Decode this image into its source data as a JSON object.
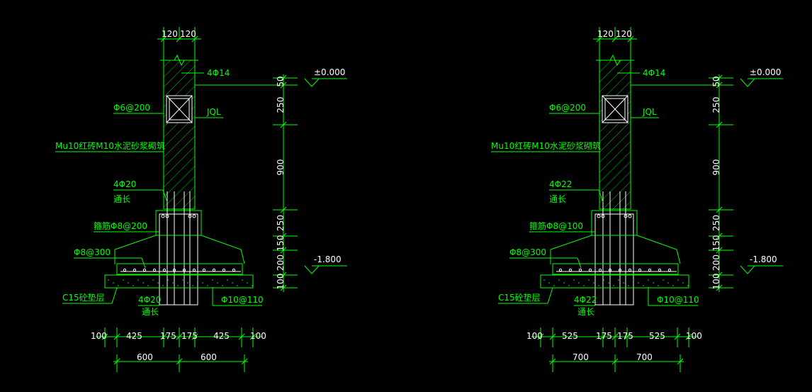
{
  "details": [
    {
      "wall_dims": [
        "120",
        "120"
      ],
      "top_rebar": "4Φ14",
      "elev_top": "±0.000",
      "tie_label": "Φ6@200",
      "beam_label": "JQL",
      "wall_material": "Mu10红砖M10水泥砂浆砌筑",
      "col_rebar": "4Φ20",
      "col_rebar_note": "通长",
      "stirrup": "箍筋Φ8@200",
      "dist_rebar": "Φ8@300",
      "bottom_elev": "-1.800",
      "cushion": "C15砼垫层",
      "base_rebar": "4Φ20",
      "base_rebar_note": "通长",
      "mesh_rebar": "Φ10@110",
      "vert_dims": [
        "50",
        "250",
        "900",
        "250",
        "150",
        "200",
        "100"
      ],
      "bottom_dims": [
        "100",
        "425",
        "175",
        "175",
        "425",
        "100"
      ],
      "total_dims": [
        "600",
        "600"
      ]
    },
    {
      "wall_dims": [
        "120",
        "120"
      ],
      "top_rebar": "4Φ14",
      "elev_top": "±0.000",
      "tie_label": "Φ6@200",
      "beam_label": "JQL",
      "wall_material": "Mu10红砖M10水泥砂浆砌筑",
      "col_rebar": "4Φ22",
      "col_rebar_note": "通长",
      "stirrup": "箍筋Φ8@100",
      "dist_rebar": "Φ8@300",
      "bottom_elev": "-1.800",
      "cushion": "C15砼垫层",
      "base_rebar": "4Φ22",
      "base_rebar_note": "通长",
      "mesh_rebar": "Φ10@110",
      "vert_dims": [
        "50",
        "250",
        "900",
        "250",
        "150",
        "200",
        "100"
      ],
      "bottom_dims": [
        "100",
        "525",
        "175",
        "175",
        "525",
        "100"
      ],
      "total_dims": [
        "700",
        "700"
      ]
    }
  ]
}
